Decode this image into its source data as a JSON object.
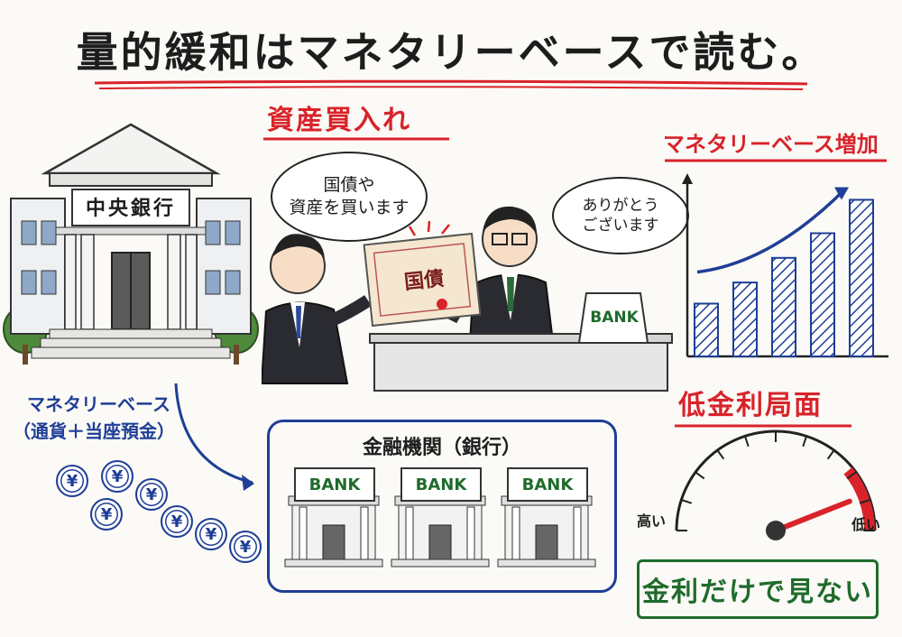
{
  "title": "量的緩和はマネタリーベースで読む。",
  "sections": {
    "asset_purchase": "資産買入れ",
    "monetary_base_increase": "マネタリーベース増加",
    "low_rate": "低金利局面"
  },
  "central_bank_sign": "中央銀行",
  "bubble_left": "国債や\n資産を買います",
  "bubble_right": "ありがとう\nございます",
  "bond_label": "国債",
  "desk_sign": "BANK",
  "monetary_base_label": "マネタリーベース",
  "monetary_base_sub": "（通貨＋当座預金）",
  "coin_symbol": "¥",
  "financial_institutions_label": "金融機関（銀行）",
  "bank_signs": [
    "BANK",
    "BANK",
    "BANK"
  ],
  "gauge_high": "高い",
  "gauge_low": "低い",
  "bottom_message": "金利だけで見ない",
  "chart_data": {
    "type": "bar",
    "categories": [
      "",
      "",
      "",
      "",
      ""
    ],
    "values": [
      0.3,
      0.42,
      0.56,
      0.7,
      0.89
    ],
    "trend": "up"
  },
  "gauge_value": 0.88,
  "colors": {
    "title_underline": "#d8232a",
    "section_red": "#d8232a",
    "blue": "#1f3e96",
    "green": "#1f6b2c"
  }
}
